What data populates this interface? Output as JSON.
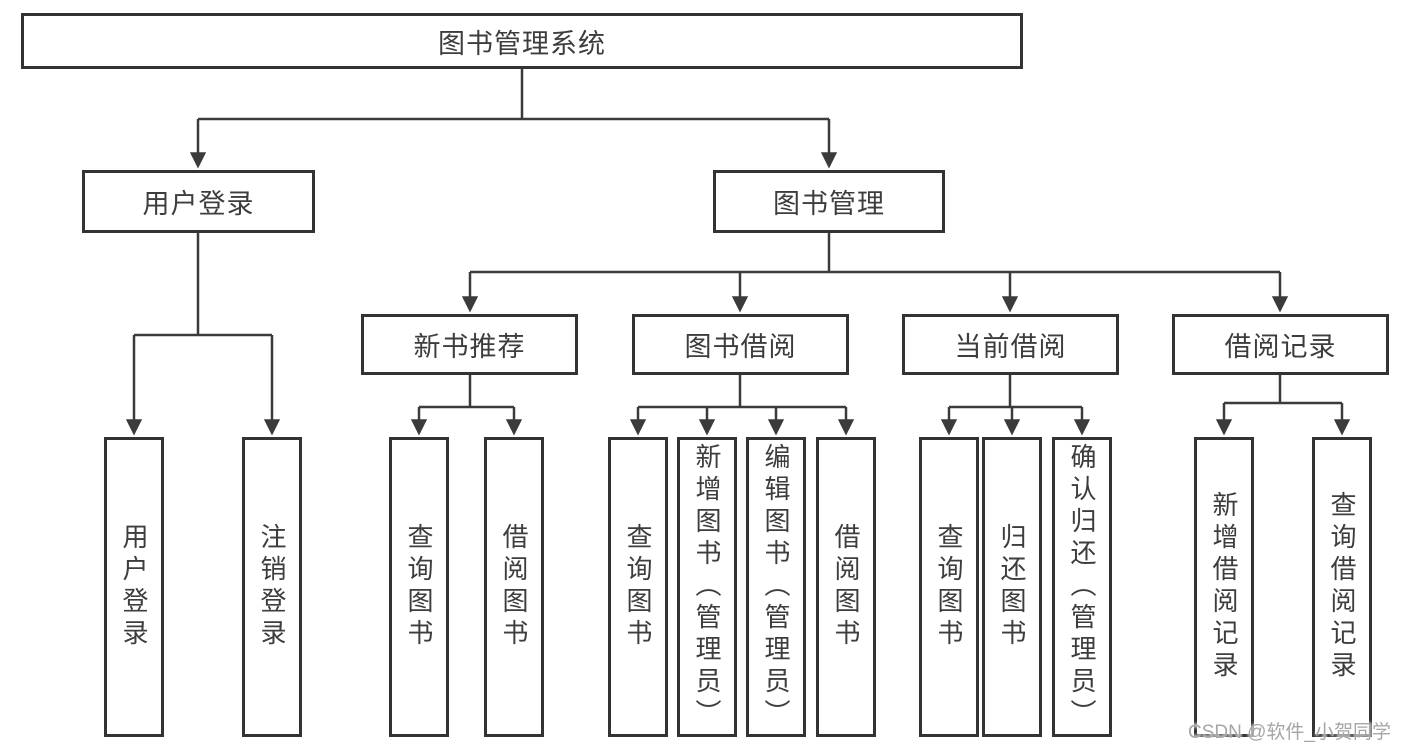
{
  "diagram": {
    "root": {
      "label": "图书管理系统"
    },
    "user_login": {
      "label": "用户登录",
      "children": [
        {
          "label": "用户登录"
        },
        {
          "label": "注销登录"
        }
      ]
    },
    "book_mgmt": {
      "label": "图书管理",
      "sections": [
        {
          "label": "新书推荐",
          "children": [
            {
              "label": "查询图书"
            },
            {
              "label": "借阅图书"
            }
          ]
        },
        {
          "label": "图书借阅",
          "children": [
            {
              "label": "查询图书"
            },
            {
              "label": "新增图书（管理员）"
            },
            {
              "label": "编辑图书（管理员）"
            },
            {
              "label": "借阅图书"
            }
          ]
        },
        {
          "label": "当前借阅",
          "children": [
            {
              "label": "查询图书"
            },
            {
              "label": "归还图书"
            },
            {
              "label": "确认归还（管理员）"
            }
          ]
        },
        {
          "label": "借阅记录",
          "children": [
            {
              "label": "新增借阅记录"
            },
            {
              "label": "查询借阅记录"
            }
          ]
        }
      ]
    }
  },
  "watermark": {
    "text": "CSDN @软件_小贺同学"
  },
  "colors": {
    "line": "#3b3b3b",
    "box_border": "#333333",
    "text": "#3d3d3d",
    "watermark": "#a6a6a6",
    "background": "#ffffff"
  }
}
